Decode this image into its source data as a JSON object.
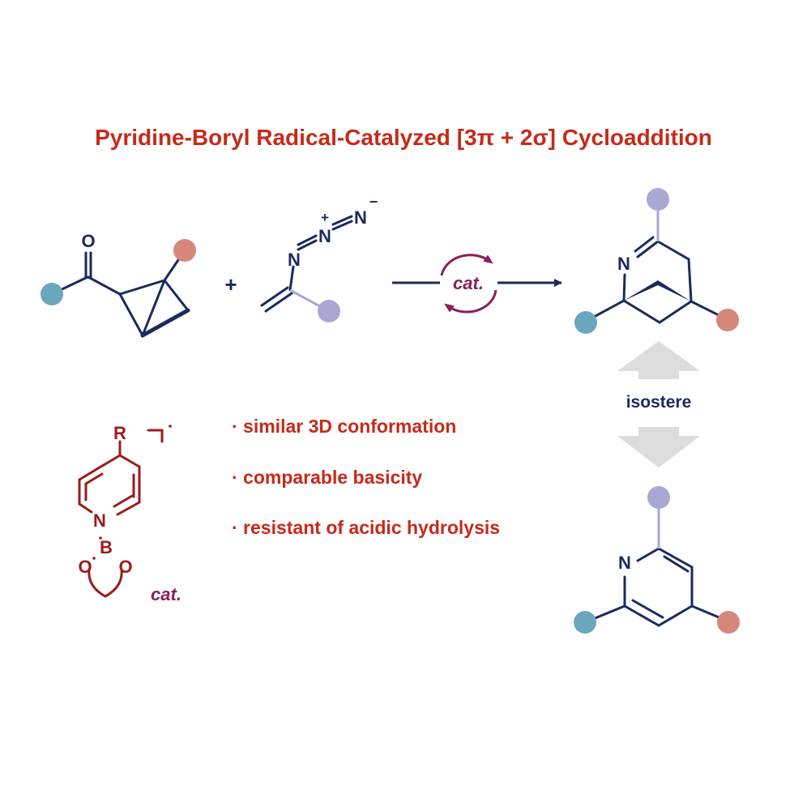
{
  "title": "Pyridine-Boryl Radical-Catalyzed [3π + 2σ] Cycloaddition",
  "colors": {
    "title_red": "#c62a1a",
    "navy": "#1b2a5e",
    "catalyst_red": "#9b1b1b",
    "catalyst_purple": "#8a1f58",
    "substituent_teal": "#6aa7be",
    "substituent_salmon": "#d6877a",
    "substituent_lavender": "#a9a7d3",
    "arrow_gray": "#dcdcdc"
  },
  "reaction": {
    "plus": "+",
    "arrow_label": "cat."
  },
  "atoms": {
    "oxygen": "O",
    "nitrogen": "N",
    "plus_charge": "+",
    "minus_charge": "−",
    "boron": "B",
    "r_group": "R"
  },
  "catalyst": {
    "label": "cat."
  },
  "features": [
    "· similar 3D conformation",
    "· comparable basicity",
    "· resistant of acidic hydrolysis"
  ],
  "isostere_label": "isostere"
}
